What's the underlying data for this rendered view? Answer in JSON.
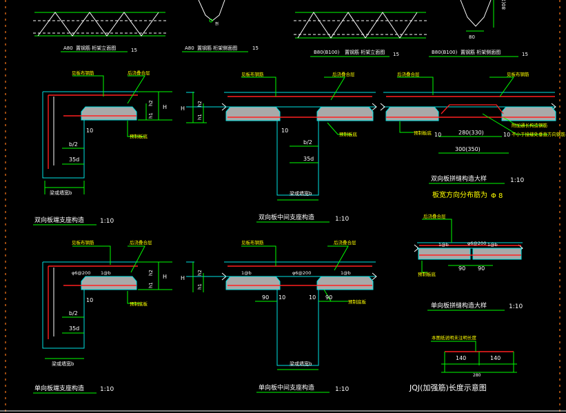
{
  "top": {
    "a80_mid": "A80",
    "a80_mid_desc": "置钢筋  桁架立面图",
    "scale_a": "15",
    "a80_side": "A80",
    "a80_side_desc": "置钢筋  桁架侧面图",
    "scale_b": "15",
    "b80_mid": "B80(B100)",
    "b80_mid_desc": "置钢筋  桁架立面图",
    "scale_c": "15",
    "b80_side": "B80(B100)",
    "b80_side_desc": "置钢筋  桁架侧面图",
    "scale_d": "15",
    "dim_80": "80",
    "dim_h": "80(100)",
    "cut_label": "剖"
  },
  "labels": {
    "rebar_top": "见板布钢筋",
    "postcast": "后浇叠合层",
    "precast": "预制板底",
    "precast2": "预制底板",
    "beam_wall": "梁或墙宽b",
    "b2": "b/2",
    "d35": "35d",
    "ten": "10",
    "H": "H",
    "h1": "h1",
    "h2": "h2",
    "seam_top": "后浇叠合层",
    "seam_rebar": "见板布钢筋",
    "dim_280": "280(330)",
    "dim_300": "300(350)",
    "seam_note1": "附加通长构造钢筋",
    "seam_note2": "不小于接缝处垂直方向钢筋",
    "bar_6_200": "φ6@200",
    "pitch_1": "1@b",
    "dim_90": "90",
    "dim_140": "140",
    "dim_280b": "280"
  },
  "titles": {
    "two_way_end": "双向板端支座构造",
    "two_way_end_scale": "1:10",
    "two_way_mid": "双向板中间支座构造",
    "two_way_mid_scale": "1:10",
    "two_way_seam": "双向板拼缝构造大样",
    "two_way_seam_scale": "1:10",
    "dist_bar": "板宽方向分布筋为",
    "dist_bar_val": "Φ 8",
    "one_way_seam": "单向板拼缝构造大样",
    "one_way_seam_scale": "1:10",
    "one_way_end": "单向板端支座构造",
    "one_way_end_scale": "1:10",
    "one_way_mid": "单向板中间支座构造",
    "one_way_mid_scale": "1:10",
    "jqj": "JQJ(加强筋)长度示意图",
    "jqj_note": "本图纸说明未注明长度"
  },
  "colors": {
    "bg": "#000000",
    "white": "#ffffff",
    "cyan": "#00e5e5",
    "yellow": "#ffff00",
    "green": "#00ff00",
    "red": "#ff2020",
    "gray": "#a9a9a9",
    "orange": "#ff7a1a"
  }
}
